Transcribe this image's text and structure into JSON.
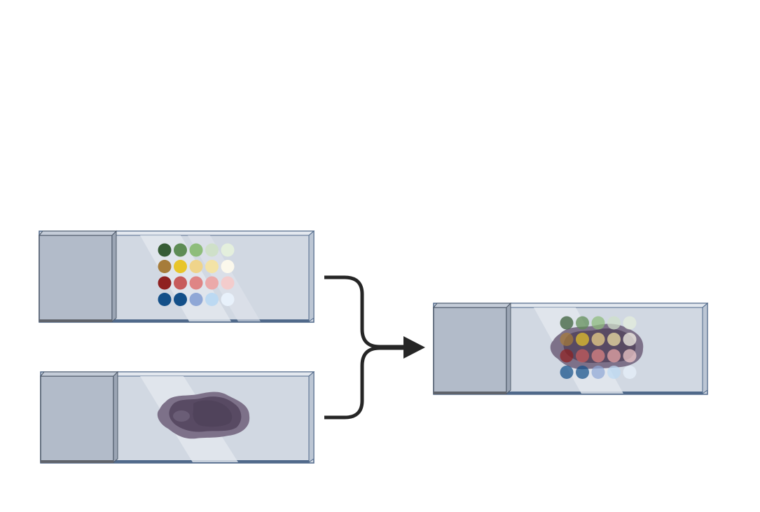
{
  "diagram": {
    "slides": [
      {
        "id": "dot-array-slide",
        "content": "dot-array"
      },
      {
        "id": "tissue-slide",
        "content": "tissue-section"
      },
      {
        "id": "combined-slide",
        "content": "dot-array-over-tissue"
      }
    ],
    "dot_colors": [
      [
        "#365c35",
        "#5e8c55",
        "#8ebd7b",
        "#cfe0c9",
        "#e4efdd"
      ],
      [
        "#a67c3a",
        "#e8c52a",
        "#efd48a",
        "#f3e3a6",
        "#fbf8ec"
      ],
      [
        "#8f2121",
        "#c75b5b",
        "#df8585",
        "#eba9a9",
        "#f3cccc"
      ],
      [
        "#145089",
        "#145089",
        "#8fa7d6",
        "#bcd9f2",
        "#e8f1fb"
      ]
    ],
    "colors": {
      "slide_frost": "#b2bbc9",
      "slide_body": "#d1d8e2",
      "slide_edge": "#50698a",
      "tissue_dark": "#584a63",
      "tissue_light": "#7d7189",
      "connector": "#262626"
    },
    "connector": {
      "type": "merge-bracket",
      "arrow": "right"
    }
  }
}
